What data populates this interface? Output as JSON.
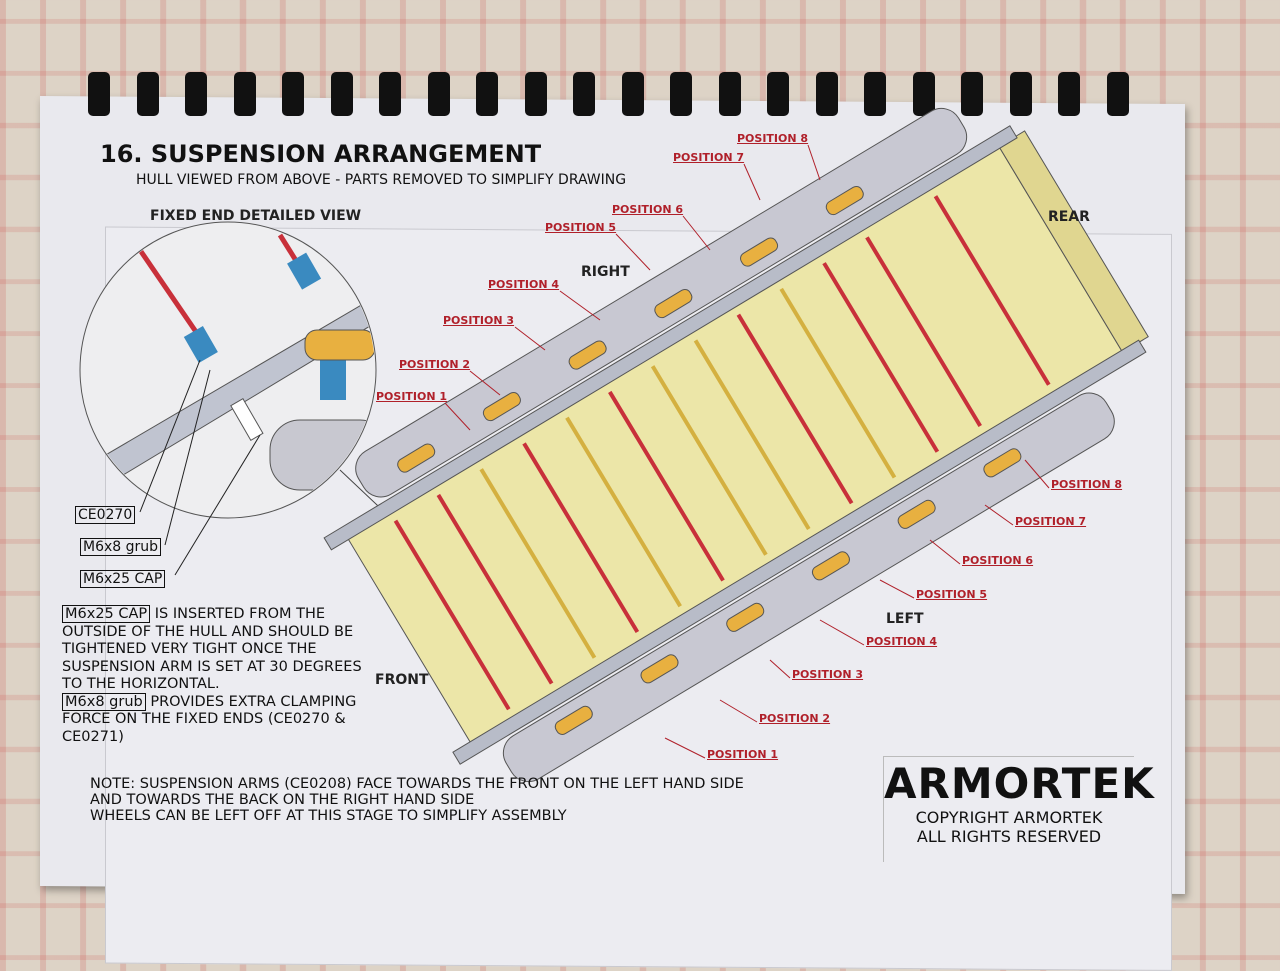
{
  "page": {
    "title": "16. SUSPENSION ARRANGEMENT",
    "subtitle": "HULL VIEWED FROM ABOVE - PARTS REMOVED TO SIMPLIFY DRAWING",
    "detail_heading": "FIXED END DETAILED VIEW",
    "orientation": {
      "rear": "REAR",
      "front": "FRONT",
      "right": "RIGHT",
      "left": "LEFT"
    },
    "right_positions": [
      "POSITION 1",
      "POSITION 2",
      "POSITION 3",
      "POSITION 4",
      "POSITION 5",
      "POSITION 6",
      "POSITION 7",
      "POSITION 8"
    ],
    "left_positions": [
      "POSITION 1",
      "POSITION 2",
      "POSITION 3",
      "POSITION 4",
      "POSITION 5",
      "POSITION 6",
      "POSITION 7",
      "POSITION 8"
    ],
    "callouts": [
      "CE0270",
      "M6x8 grub",
      "M6x25 CAP"
    ],
    "para1": {
      "box": "M6x25 CAP",
      "text": "IS INSERTED FROM THE OUTSIDE OF THE HULL AND SHOULD BE TIGHTENED VERY TIGHT ONCE THE SUSPENSION ARM IS SET AT 30 DEGREES TO THE HORIZONTAL."
    },
    "para2": {
      "box": "M6x8 grub",
      "text": "PROVIDES EXTRA CLAMPING FORCE ON THE FIXED ENDS (CE0270 & CE0271)"
    },
    "note": [
      "NOTE: SUSPENSION ARMS (CE0208) FACE TOWARDS THE FRONT ON THE LEFT HAND SIDE",
      "AND TOWARDS THE BACK ON THE RIGHT HAND SIDE",
      "WHEELS CAN BE LEFT OFF AT THIS STAGE TO SIMPLIFY ASSEMBLY"
    ],
    "brand": "ARMORTEK",
    "copyright": [
      "COPYRIGHT ARMORTEK",
      "ALL RIGHTS RESERVED"
    ]
  },
  "colors": {
    "hull": "#ece6a8",
    "rod_red": "#c8303a",
    "rod_yellow": "#d4b040",
    "rail": "#b8bcc8",
    "accent_label": "#b0202a"
  }
}
